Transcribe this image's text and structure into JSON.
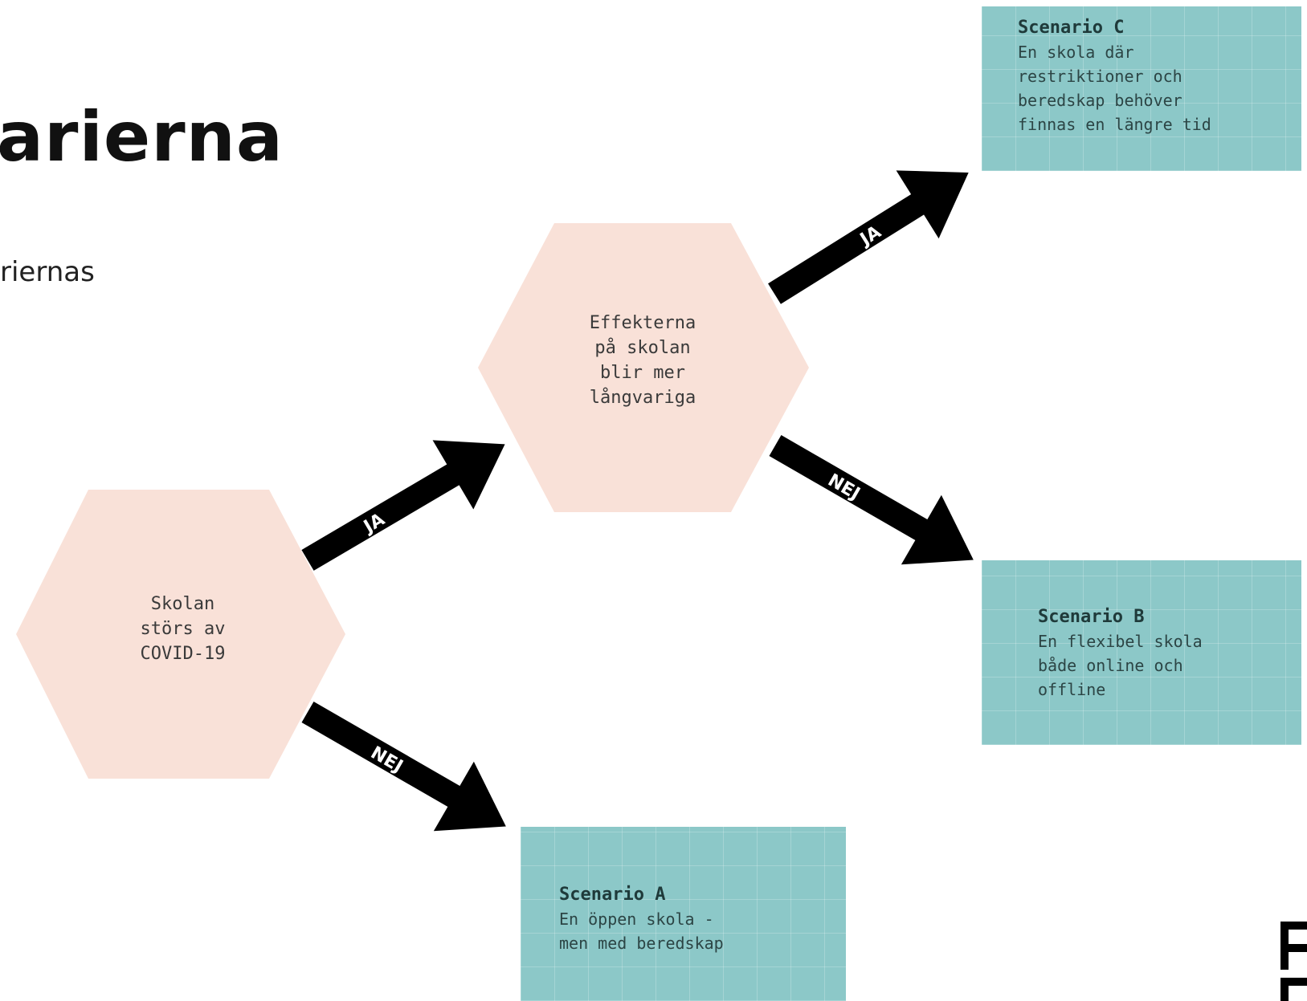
{
  "title": "arierna",
  "subtitle": "riernas",
  "nodes": {
    "start": {
      "lines": [
        "Skolan",
        "störs av",
        "COVID-19"
      ]
    },
    "middle": {
      "lines": [
        "Effekterna",
        "på skolan",
        "blir mer",
        "långvariga"
      ]
    }
  },
  "arrows": {
    "start_yes": "JA",
    "start_no": "NEJ",
    "middle_yes": "JA",
    "middle_no": "NEJ"
  },
  "scenarios": {
    "a": {
      "title": "Scenario A",
      "lines": [
        "En öppen skola -",
        "men med beredskap"
      ]
    },
    "b": {
      "title": "Scenario B",
      "lines": [
        "En flexibel skola",
        "både online och",
        "offline"
      ]
    },
    "c": {
      "title": "Scenario C",
      "lines": [
        "En skola där",
        "restriktioner och",
        "beredskap behöver",
        "finnas en längre tid"
      ]
    }
  },
  "colors": {
    "hexagon": "#f9e1d8",
    "scenario_box": "#8cc8c8",
    "arrow": "#000000"
  }
}
